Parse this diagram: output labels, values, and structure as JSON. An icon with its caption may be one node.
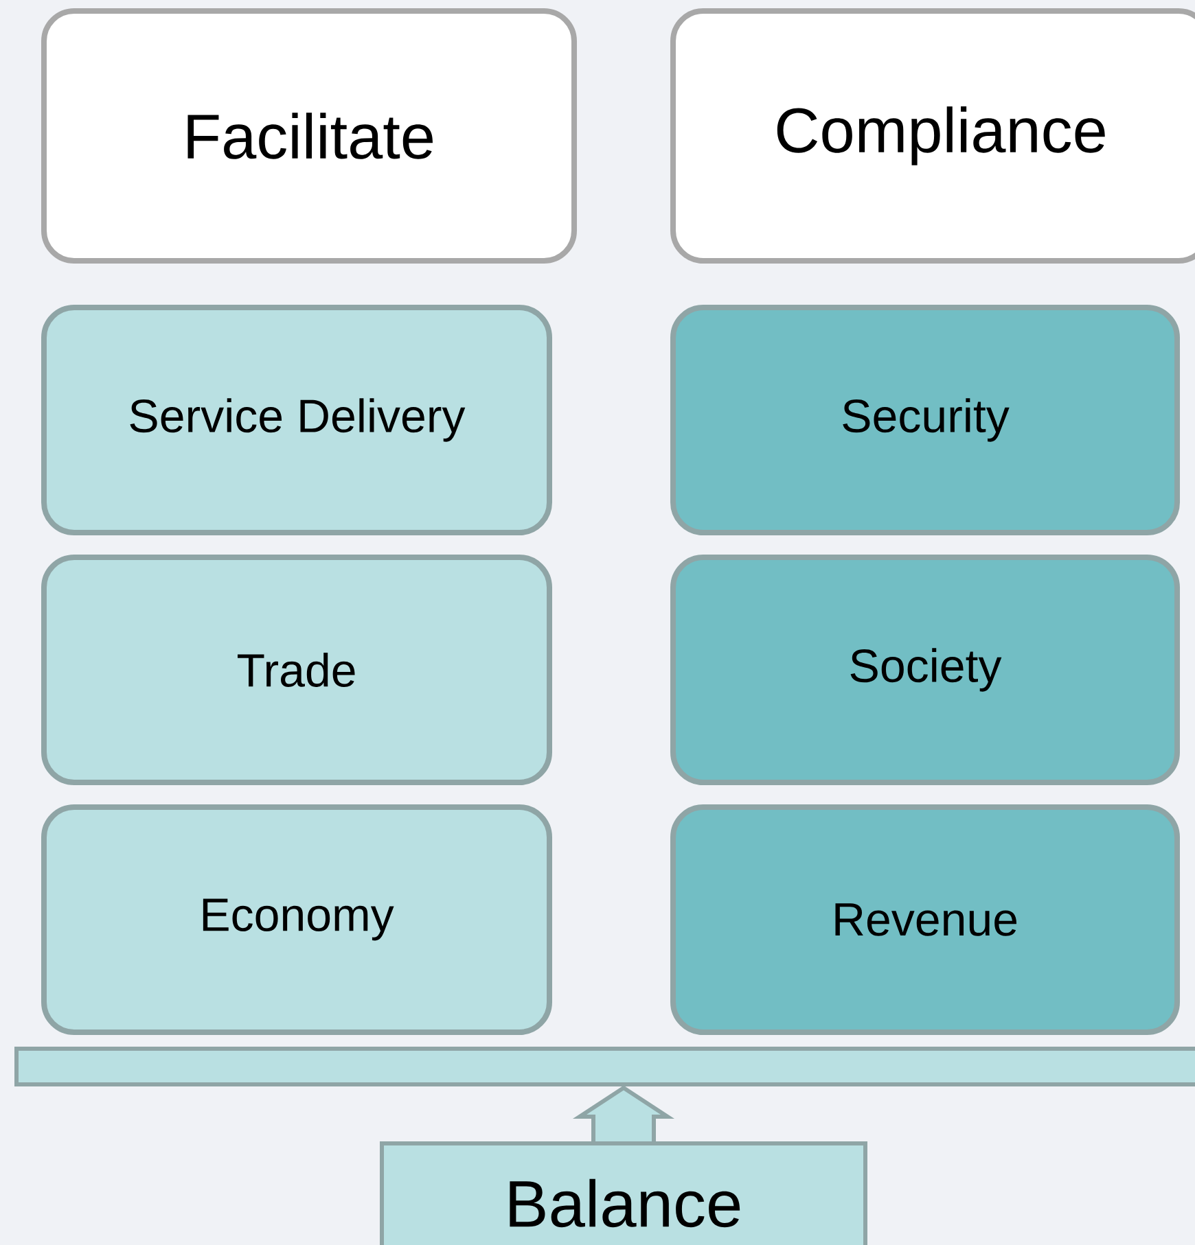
{
  "diagram": {
    "nodes": [
      {
        "text": [
          "Facilitate"
        ]
      },
      {
        "text": [
          "Compliance"
        ]
      },
      {
        "text": [
          "Service Delivery"
        ]
      },
      {
        "text": [
          "Security"
        ]
      },
      {
        "text": [
          "Trade"
        ]
      },
      {
        "text": [
          "Society"
        ]
      },
      {
        "text": [
          "Economy"
        ]
      },
      {
        "text": [
          "Revenue"
        ]
      },
      {
        "text": [],
        "shape": "bar"
      },
      {
        "text": [
          "Balance"
        ]
      }
    ],
    "edges": [
      {
        "from": 9,
        "to": 8,
        "arrow": "to"
      }
    ]
  }
}
